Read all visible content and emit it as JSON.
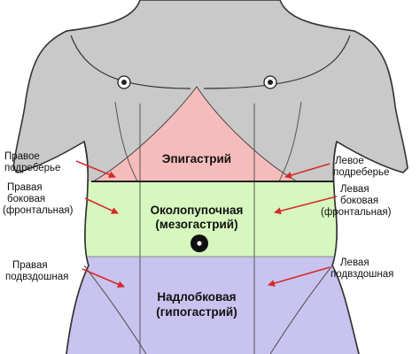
{
  "colors": {
    "skin": "#c9c9c9",
    "outline": "#333333",
    "epigastric": "#f6bcbc",
    "mesogastric": "#d6f7bd",
    "hypogastric": "#c9c3ef",
    "arrow": "#d42a2a",
    "text": "#111111"
  },
  "regions": {
    "epigastric": {
      "line1": "Эпигастрий"
    },
    "mesogastric": {
      "line1": "Околопупочная",
      "line2": "(мезогастрий)"
    },
    "hypogastric": {
      "line1": "Надлобковая",
      "line2": "(гипогастрий)"
    }
  },
  "labels": {
    "right_hypochondrium": {
      "line1": "Правое",
      "line2": "подреберье"
    },
    "left_hypochondrium": {
      "line1": "Левое",
      "line2": "подреберье"
    },
    "right_lateral": {
      "line1": "Правая",
      "line2": "боковая",
      "line3": "(фронтальная)"
    },
    "left_lateral": {
      "line1": "Левая",
      "line2": "боковая",
      "line3": "(фронтальная)"
    },
    "right_iliac": {
      "line1": "Правая",
      "line2": "подвздошная"
    },
    "left_iliac": {
      "line1": "Левая",
      "line2": "подвздошная"
    }
  }
}
